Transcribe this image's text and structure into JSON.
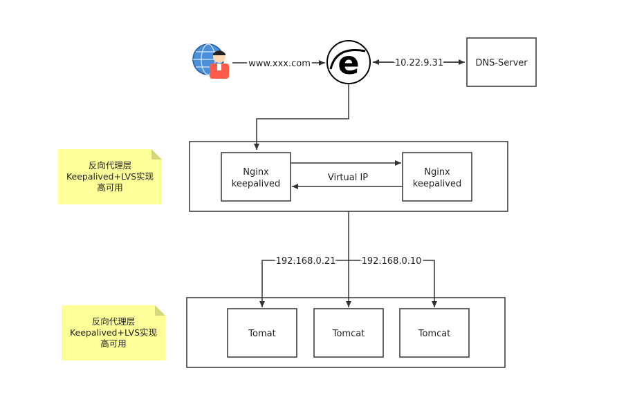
{
  "client": {
    "url_label": "www.xxx.com"
  },
  "browser": {
    "icon": "internet-explorer-icon"
  },
  "dns": {
    "ip_label": "10.22.9.31",
    "server_label": "DNS-Server"
  },
  "proxy_layer": {
    "note_lines": [
      "反向代理层",
      "Keepalived+LVS实现",
      "高可用"
    ],
    "left_node": [
      "Nginx",
      "keepalived"
    ],
    "right_node": [
      "Nginx",
      "keepalived"
    ],
    "vip_label": "Virtual IP"
  },
  "app_layer": {
    "note_lines": [
      "反向代理层",
      "Keepalived+LVS实现",
      "高可用"
    ],
    "ip_left": "192.168.0.21",
    "ip_right": "192.168.0.10",
    "servers": [
      "Tomat",
      "Tomcat",
      "Tomcat"
    ]
  },
  "colors": {
    "note_fill": "#ffff99",
    "note_fold": "#d6d67a",
    "line": "#333333"
  }
}
